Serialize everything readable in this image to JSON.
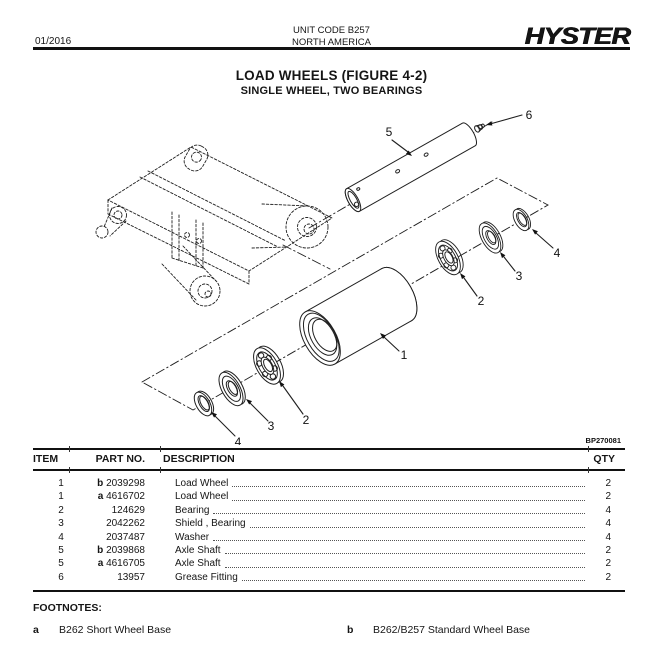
{
  "header": {
    "date": "01/2016",
    "unit_code": "UNIT CODE B257",
    "region": "NORTH AMERICA",
    "brand": "HYSTER"
  },
  "title": {
    "main": "LOAD WHEELS (FIGURE 4-2)",
    "subtitle": "SINGLE WHEEL, TWO BEARINGS"
  },
  "figure": {
    "code": "BP270081",
    "callouts": [
      "1",
      "2",
      "3",
      "4",
      "5",
      "6"
    ]
  },
  "table": {
    "headers": {
      "item": "ITEM",
      "part_no": "PART NO.",
      "description": "DESCRIPTION",
      "qty": "QTY"
    },
    "rows": [
      {
        "item": "1",
        "footnote": "b",
        "part_no": "2039298",
        "description": "Load Wheel",
        "qty": "2"
      },
      {
        "item": "1",
        "footnote": "a",
        "part_no": "4616702",
        "description": "Load Wheel",
        "qty": "2"
      },
      {
        "item": "2",
        "footnote": "",
        "part_no": "124629",
        "description": "Bearing",
        "qty": "4"
      },
      {
        "item": "3",
        "footnote": "",
        "part_no": "2042262",
        "description": "Shield , Bearing",
        "qty": "4"
      },
      {
        "item": "4",
        "footnote": "",
        "part_no": "2037487",
        "description": "Washer",
        "qty": "4"
      },
      {
        "item": "5",
        "footnote": "b",
        "part_no": "2039868",
        "description": "Axle Shaft",
        "qty": "2"
      },
      {
        "item": "5",
        "footnote": "a",
        "part_no": "4616705",
        "description": "Axle Shaft",
        "qty": "2"
      },
      {
        "item": "6",
        "footnote": "",
        "part_no": "13957",
        "description": "Grease Fitting",
        "qty": "2"
      }
    ]
  },
  "footnotes": {
    "title": "FOOTNOTES:",
    "items": [
      {
        "key": "a",
        "text": "B262 Short Wheel Base"
      },
      {
        "key": "b",
        "text": "B262/B257 Standard Wheel Base"
      }
    ]
  }
}
